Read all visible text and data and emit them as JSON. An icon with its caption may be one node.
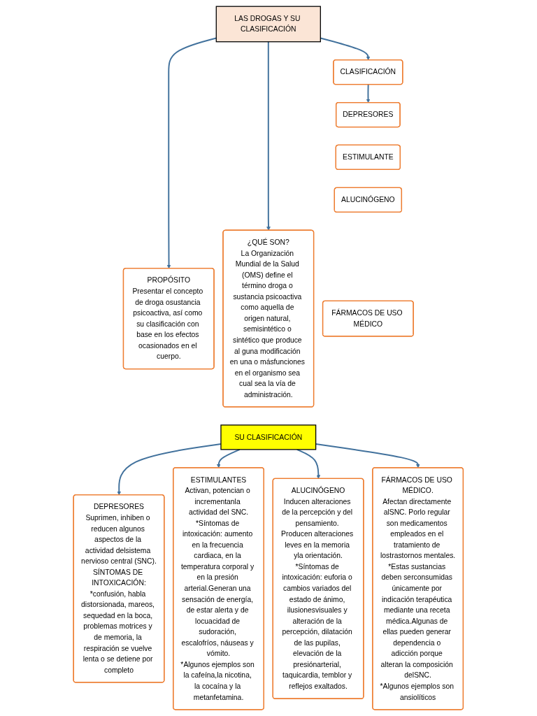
{
  "diagram": {
    "nodes": [
      {
        "text": [
          "LAS DROGAS Y SU CLASIFICACIÓN"
        ]
      },
      {
        "text": [
          "PROPÓSITO",
          "Presentar el concepto de droga osustancia psicoactiva, así como su clasificación con base en los efectos ocasionados en el cuerpo."
        ]
      },
      {
        "text": [
          "¿QUÉ SON?",
          "La Organización Mundial de la Salud (OMS) define el término droga o sustancia psicoactiva como aquella de origen natural, semisintético o sintético que produce al guna modificación en una o másfunciones en el organismo sea cual sea la vía de administración."
        ]
      },
      {
        "text": [
          "CLASIFICACIÓN"
        ]
      },
      {
        "text": [
          "DEPRESORES"
        ]
      },
      {
        "text": [
          "ESTIMULANTE"
        ]
      },
      {
        "text": [
          "ALUCINÓGENO"
        ]
      },
      {
        "text": [
          "FÁRMACOS DE USO MÉDICO"
        ]
      },
      {
        "text": [
          "SU CLASIFICACIÓN"
        ]
      },
      {
        "text": [
          "DEPRESORES",
          "Suprimen, inhiben o reducen algunos aspectos de la actividad delsistema nervioso central (SNC).",
          "SÍNTOMAS DE INTOXICACIÓN:",
          "*confusión, habla distorsionada, mareos, sequedad en la boca, problemas motrices y de memoria, la respiración se vuelve lenta o se detiene por completo"
        ]
      },
      {
        "text": [
          "ESTIMULANTES",
          "Activan, potencian o incrementanla actividad del SNC.",
          "*Síntomas de intoxicación: aumento en la frecuencia cardiaca, en la temperatura corporal y en la presión arterial.Generan una sensación de energía, de estar alerta y de locuacidad de sudoración, escalofríos, náuseas y vómito.",
          "*Algunos ejemplos son la cafeína,la nicotina, la cocaína y la metanfetamina."
        ]
      },
      {
        "text": [
          "ALUCINÓGENO",
          "Inducen alteraciones de la percepción y del pensamiento. Producen alteraciones leves en la memoria yla orientación.",
          "*Síntomas de intoxicación: euforia o cambios variados del estado de ánimo, ilusionesvisuales y alteración de la percepción, dilatación de las pupilas, elevación de la presiónarterial, taquicardia, temblor y reflejos exaltados."
        ]
      },
      {
        "text": [
          "FÁRMACOS DE USO MÉDICO.",
          "Afectan directamente alSNC. Porlo regular son medicamentos empleados en el tratamiento de lostrastornos mentales.",
          "*Estas sustancias deben serconsumidas únicamente por indicación terapéutica mediante una receta médica.Algunas de ellas pueden generar dependencia o adicción porque alteran la composición delSNC.",
          "*Algunos ejemplos son ansiolíticos"
        ]
      }
    ],
    "edges": [
      {
        "from": 0,
        "to": 1,
        "arrow": "to"
      },
      {
        "from": 0,
        "to": 2,
        "arrow": "to"
      },
      {
        "from": 0,
        "to": 3,
        "arrow": "to"
      },
      {
        "from": 3,
        "to": 4,
        "arrow": "to"
      },
      {
        "from": 8,
        "to": 9,
        "arrow": "to"
      },
      {
        "from": 8,
        "to": 10,
        "arrow": "to"
      },
      {
        "from": 8,
        "to": 11,
        "arrow": "to"
      },
      {
        "from": 8,
        "to": 12,
        "arrow": "to"
      }
    ]
  }
}
